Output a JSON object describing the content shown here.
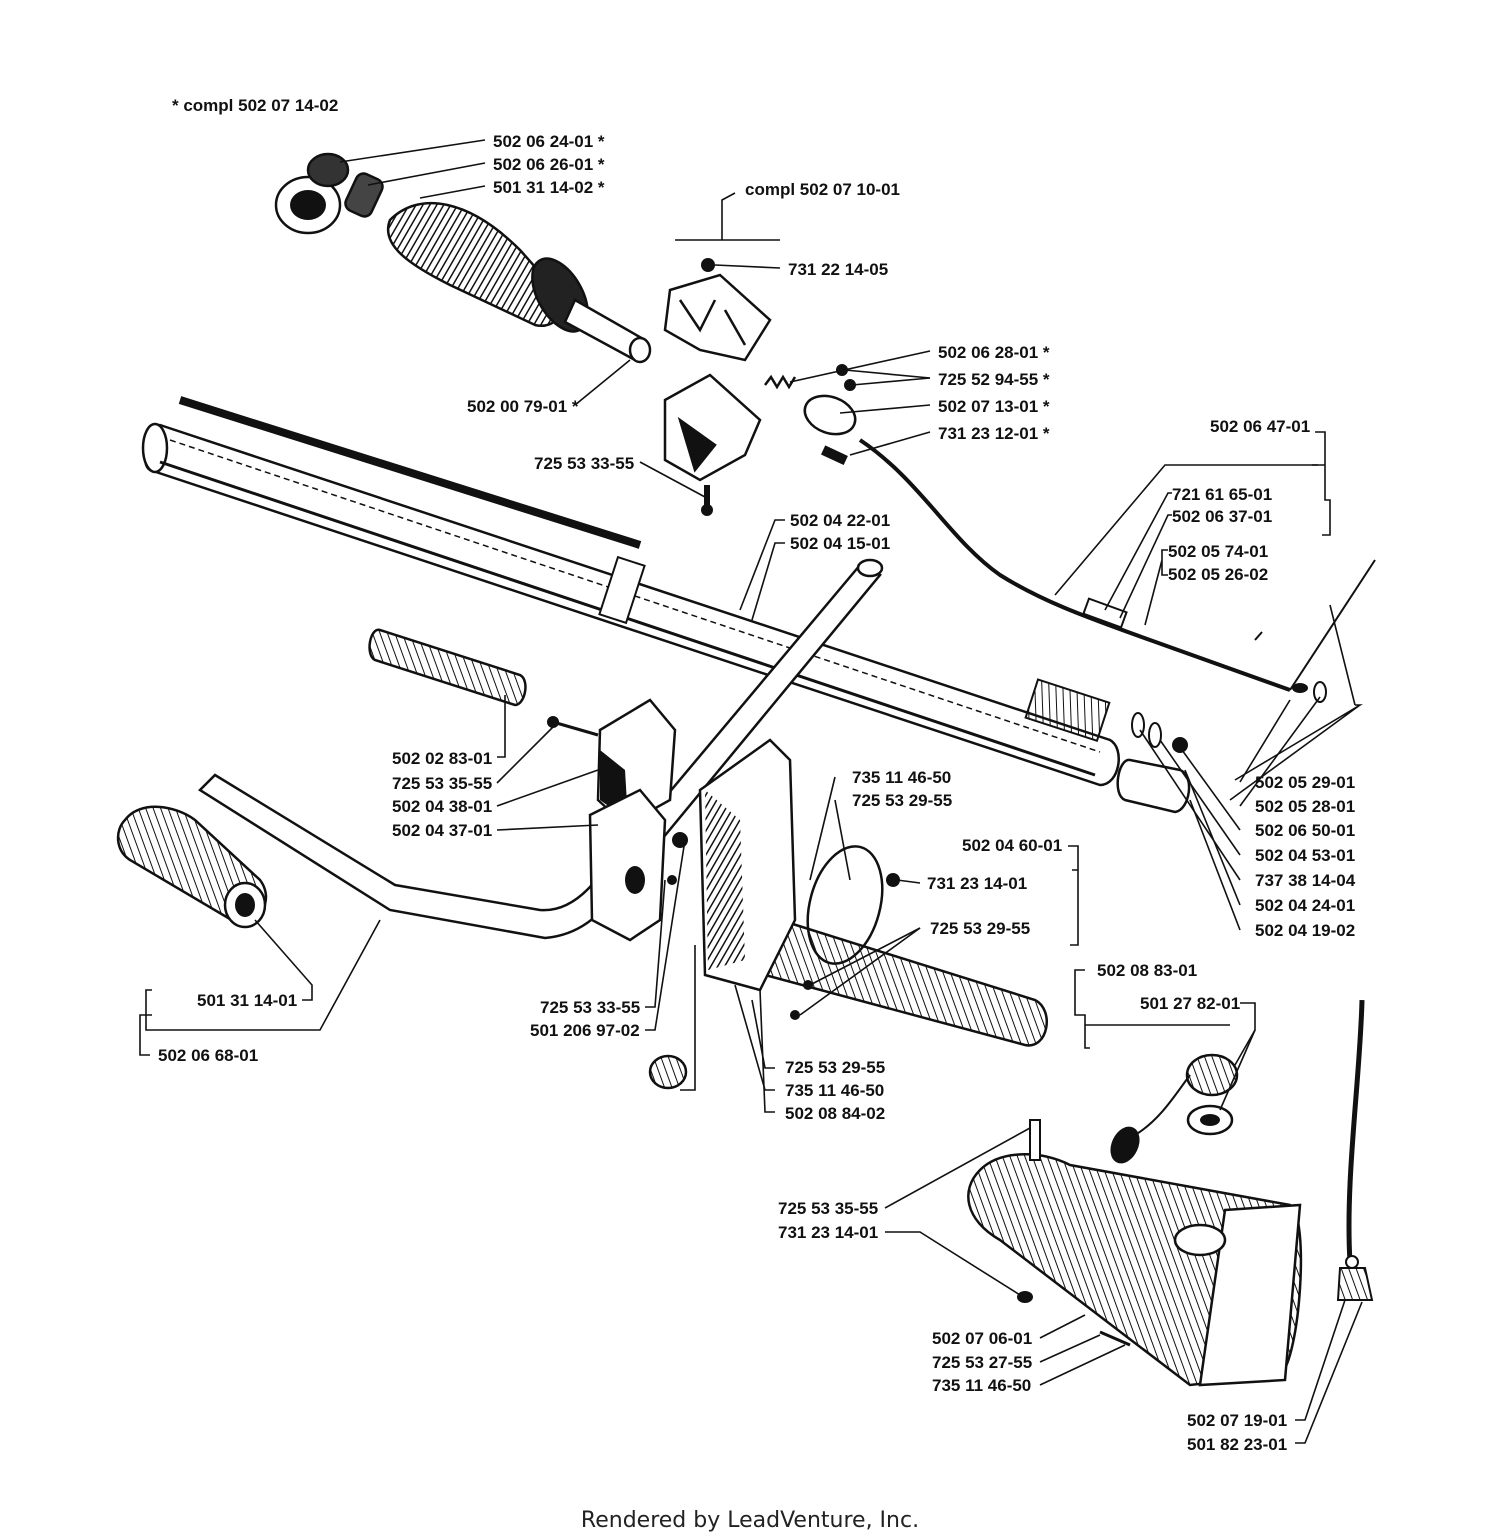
{
  "diagram": {
    "note": "* compl 502 07 14-02",
    "assembly_label": "compl 502 07 10-01",
    "footer": "Rendered by LeadVenture, Inc.",
    "parts": [
      "502 06 24-01 *",
      "502 06 26-01 *",
      "501 31 14-02 *",
      "731 22 14-05",
      "502 06 28-01 *",
      "725 52 94-55 *",
      "502 07 13-01 *",
      "731 23 12-01 *",
      "502 00 79-01 *",
      "725 53 33-55",
      "502 06 47-01",
      "721 61 65-01",
      "502 06 37-01",
      "502 05 74-01",
      "502 05 26-02",
      "502 04 22-01",
      "502 04 15-01",
      "502 02 83-01",
      "725 53 35-55",
      "502 04 38-01",
      "502 04 37-01",
      "735 11 46-50",
      "725 53 29-55",
      "502 05 29-01",
      "502 05 28-01",
      "502 06 50-01",
      "502 04 53-01",
      "737 38 14-04",
      "502 04 24-01",
      "502 04 19-02",
      "502 04 60-01",
      "731 23 14-01",
      "725 53 29-55",
      "501 31 14-01",
      "502 06 68-01",
      "725 53 33-55",
      "501 206 97-02",
      "502 08 83-01",
      "501 27 82-01",
      "725 53 29-55",
      "735 11 46-50",
      "502 08 84-02",
      "725 53 35-55",
      "731 23 14-01",
      "502 07 06-01",
      "725 53 27-55",
      "735 11 46-50",
      "502 07 19-01",
      "501 82 23-01"
    ]
  }
}
